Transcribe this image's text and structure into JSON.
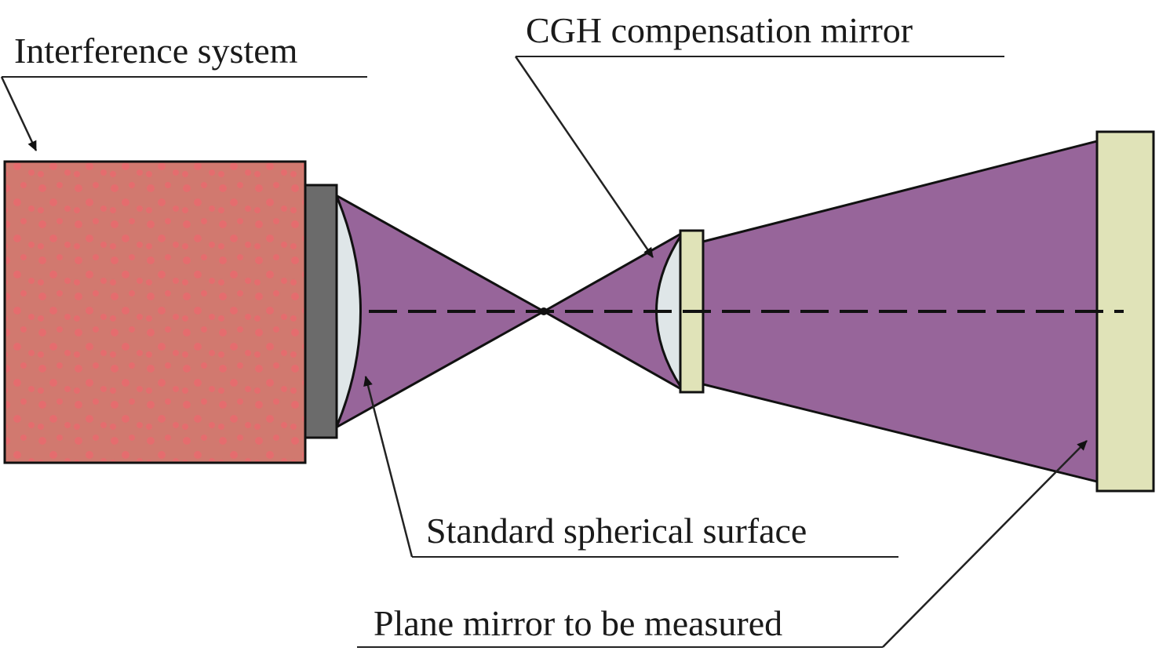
{
  "labels": {
    "interference_system": "Interference system",
    "cgh_compensation_mirror": "CGH compensation mirror",
    "standard_spherical_surface": "Standard spherical surface",
    "plane_mirror": "Plane mirror to be measured"
  },
  "colors": {
    "interferometer_body": "#d1796f",
    "interferometer_speckle": "#e86a6e",
    "adapter": "#6b6b6b",
    "lens": "#dfe6e8",
    "beam": "#97659a",
    "mirror": "#e0e3b8",
    "outline": "#111111"
  }
}
